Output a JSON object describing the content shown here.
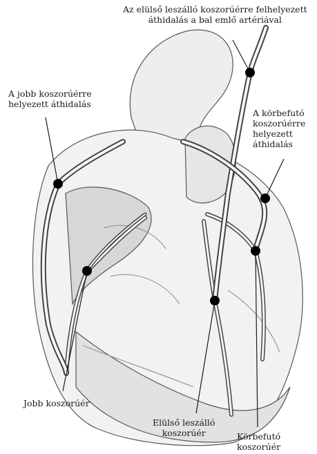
{
  "labels": {
    "lima_graft": {
      "line1": "Az elülső leszálló koszorúérre felhelyezett",
      "line2": "áthidalás a bal emlő artériával"
    },
    "right_graft": {
      "line1": "A jobb koszorúérre",
      "line2": "helyezett áthidalás"
    },
    "circumflex_graft": {
      "line1": "A körbefutó",
      "line2": "koszorúérre",
      "line3": "helyezett",
      "line4": "áthidalás"
    },
    "right_coronary": {
      "line1": "Jobb koszorúér"
    },
    "lad": {
      "line1": "Elülső leszálló",
      "line2": "koszorúér"
    },
    "circumflex": {
      "line1": "Körbefutó",
      "line2": "koszorúér"
    }
  },
  "colors": {
    "ink": "#1a1a1a",
    "sketch": "#555555",
    "shade": "#bdbdbd",
    "fill": "#f2f2f2"
  }
}
